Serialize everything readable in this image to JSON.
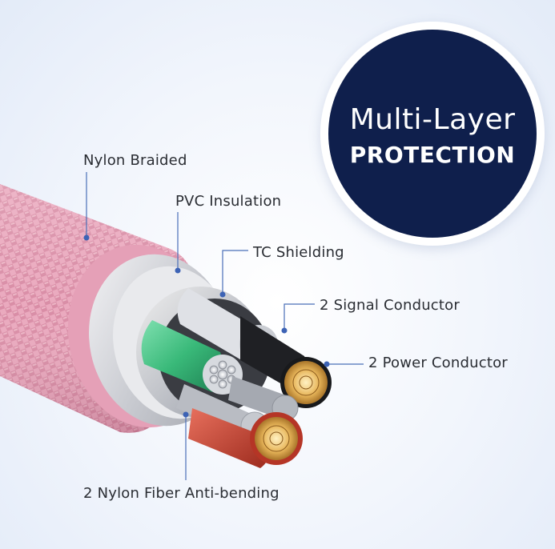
{
  "badge": {
    "line1": "Multi-Layer",
    "line2": "PROTECTION"
  },
  "labels": {
    "nylon_braided": "Nylon Braided",
    "pvc_insulation": "PVC Insulation",
    "tc_shielding": "TC Shielding",
    "signal_conductor": "2 Signal Conductor",
    "power_conductor": "2 Power Conductor",
    "nylon_fiber": "2 Nylon Fiber Anti-bending"
  },
  "colors": {
    "badge_bg": "#0f1f4c",
    "braid": "#e8a7bd",
    "leader_line": "#4a6fb8",
    "copper": "#e0b35a",
    "green_wire": "#39b979",
    "red_wire": "#c2402e"
  }
}
